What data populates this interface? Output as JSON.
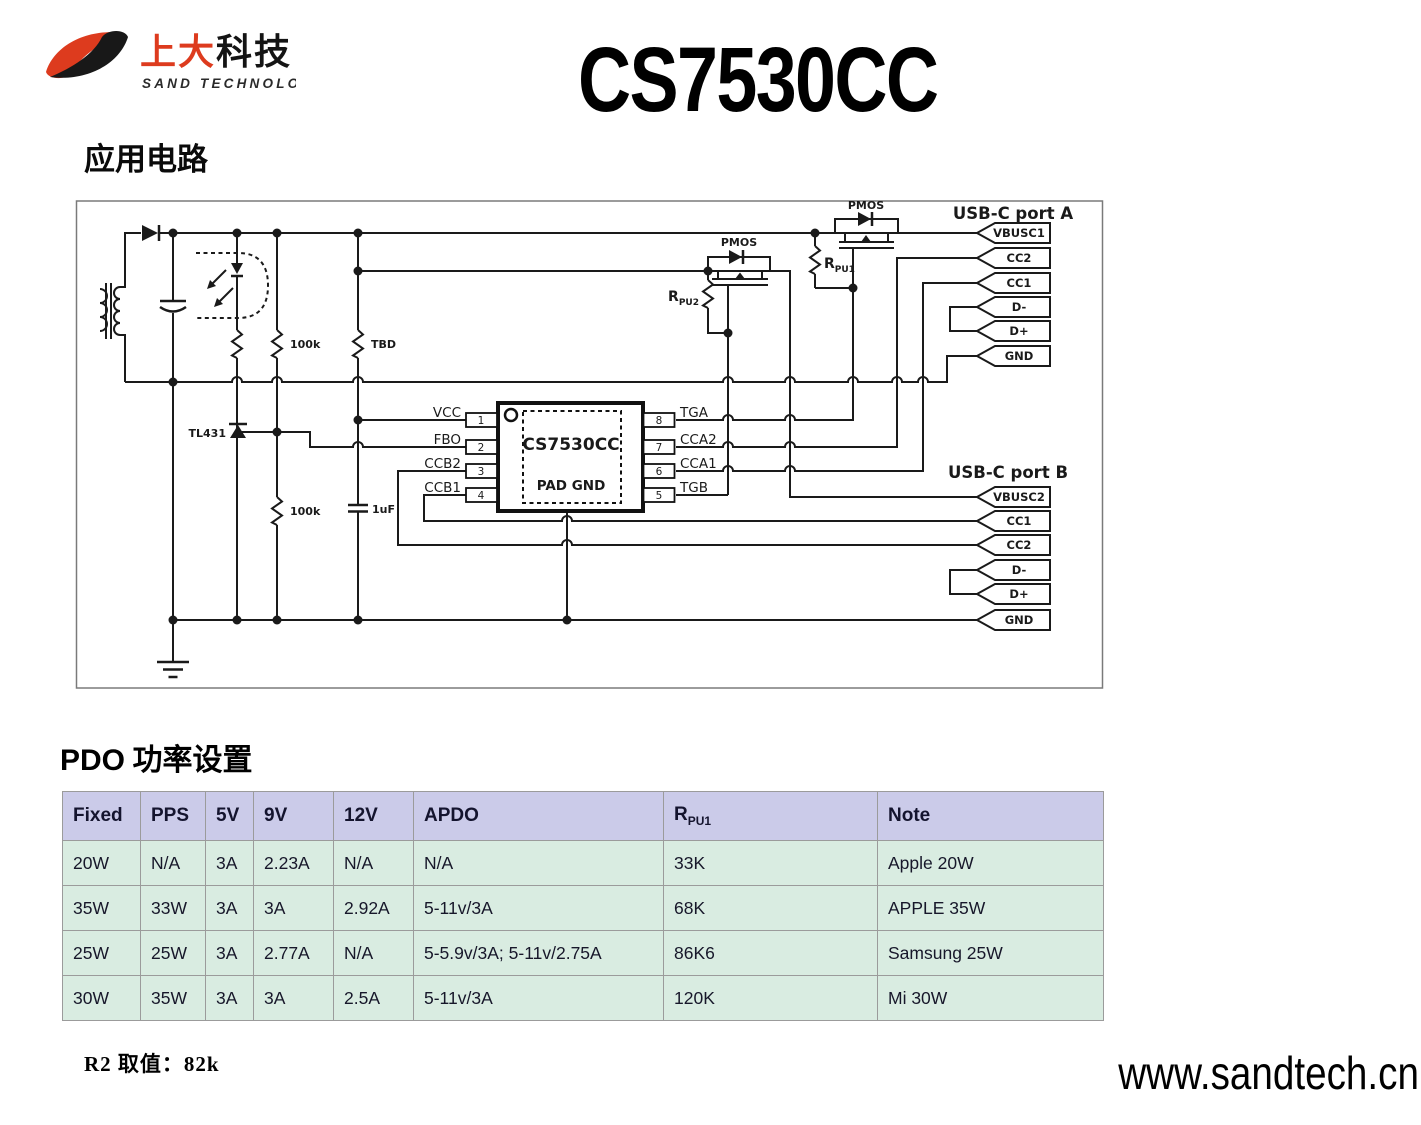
{
  "header": {
    "logo": {
      "zh_red": "上大",
      "zh_black": "科技",
      "en": "SAND TECHNOLOGY",
      "red": "#dd3b1e"
    },
    "title": "CS7530CC"
  },
  "sections": {
    "circuit_title": "应用电路",
    "pdo_latin": "PDO",
    "pdo_zh": " 功率设置"
  },
  "circuit": {
    "chip": {
      "name": "CS7530CC",
      "pad": "PAD GND",
      "pins_left": [
        {
          "num": "1",
          "label": "VCC"
        },
        {
          "num": "2",
          "label": "FBO"
        },
        {
          "num": "3",
          "label": "CCB2"
        },
        {
          "num": "4",
          "label": "CCB1"
        }
      ],
      "pins_right": [
        {
          "num": "8",
          "label": "TGA"
        },
        {
          "num": "7",
          "label": "CCA2"
        },
        {
          "num": "6",
          "label": "CCA1"
        },
        {
          "num": "5",
          "label": "TGB"
        }
      ]
    },
    "labels": {
      "pmos_a": "PMOS",
      "pmos_b": "PMOS",
      "rpu1_base": "R",
      "rpu1_sub": "PU1",
      "rpu2_base": "R",
      "rpu2_sub": "PU2",
      "r_100k_top": "100k",
      "r_tbd": "TBD",
      "r_100k_bottom": "100k",
      "cap_1uf": "1uF",
      "tl431": "TL431"
    },
    "port_a": {
      "title": "USB-C port A",
      "pins": [
        "VBUSC1",
        "CC2",
        "CC1",
        "D-",
        "D+",
        "GND"
      ]
    },
    "port_b": {
      "title": "USB-C port B",
      "pins": [
        "VBUSC2",
        "CC1",
        "CC2",
        "D-",
        "D+",
        "GND"
      ]
    }
  },
  "table": {
    "headers": [
      "Fixed",
      "PPS",
      "5V",
      "9V",
      "12V",
      "APDO",
      "R",
      "Note"
    ],
    "rpu1_sub": "PU1",
    "rows": [
      [
        "20W",
        "N/A",
        "3A",
        "2.23A",
        "N/A",
        "N/A",
        "33K",
        "Apple 20W"
      ],
      [
        "35W",
        "33W",
        "3A",
        "3A",
        "2.92A",
        "5-11v/3A",
        "68K",
        "APPLE 35W"
      ],
      [
        "25W",
        "25W",
        "3A",
        "2.77A",
        "N/A",
        "5-5.9v/3A; 5-11v/2.75A",
        "86K6",
        "Samsung 25W"
      ],
      [
        "30W",
        "35W",
        "3A",
        "3A",
        "2.5A",
        "5-11v/3A",
        "120K",
        "Mi 30W"
      ]
    ],
    "colors": {
      "header_bg": "#cbcbe9",
      "row_bg": "#d9ece1",
      "border": "#9b9b9b"
    }
  },
  "footer": {
    "r2_note": "R2 取值：82k",
    "website": "www.sandtech.cn"
  }
}
